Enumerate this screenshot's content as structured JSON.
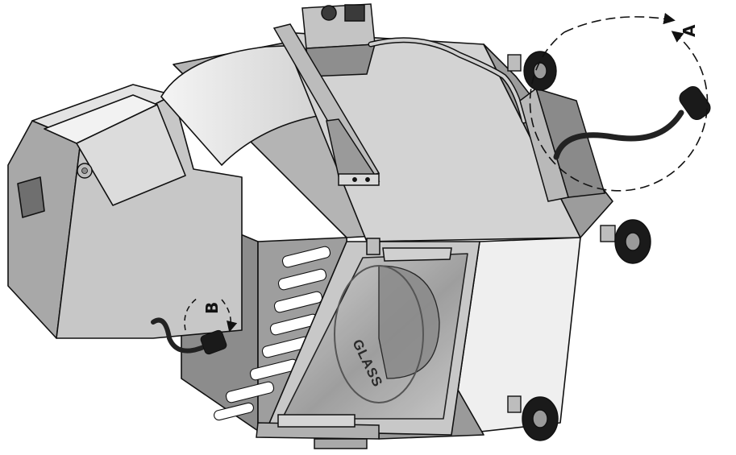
{
  "figure": {
    "callouts": {
      "a": "A",
      "b": "B"
    },
    "glass_label": "GLASS"
  },
  "colors": {
    "outline": "#111111",
    "light_face": "#e6e6e6",
    "mid_face": "#bdbdbd",
    "dark_face": "#7a7a7a",
    "very_dark": "#3a3a3a",
    "tire": "#1a1a1a",
    "cord": "#222222",
    "background": "#ffffff"
  },
  "icons": {
    "rotation_arrow_a": "dashed-circular-arrow-icon",
    "rotation_arrow_b": "dashed-arc-arrow-icon",
    "power_plug": "plug-icon",
    "caster": "caster-wheel-icon",
    "control_knob": "knob-icon"
  }
}
